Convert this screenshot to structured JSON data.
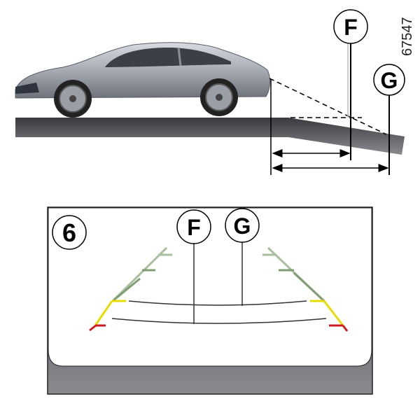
{
  "figure_id": "67547",
  "side_view": {
    "labels": {
      "f": "F",
      "g": "G"
    }
  },
  "screen_view": {
    "callout": "6",
    "labels": {
      "f": "F",
      "g": "G"
    }
  },
  "colors": {
    "guide_green": "#7f9e74",
    "guide_green_light": "#a9c09f",
    "guide_yellow": "#e6dc00",
    "guide_red": "#cc1b22",
    "ground": "#4a4a4e",
    "body": "#b9bcc2"
  }
}
